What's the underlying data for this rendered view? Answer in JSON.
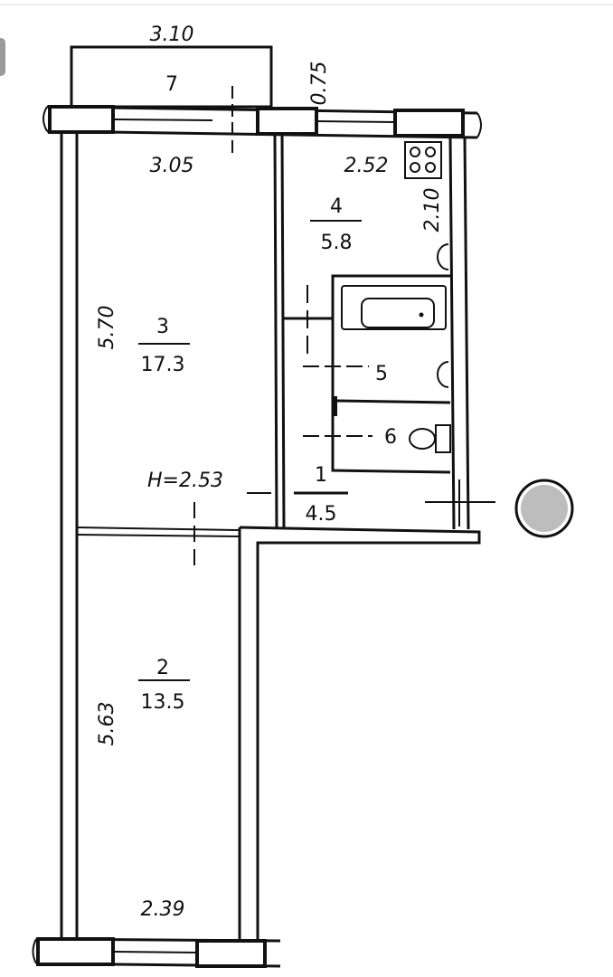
{
  "plan": {
    "balcony": {
      "number": "7",
      "width": "3.10",
      "depth": "0.75"
    },
    "rooms": [
      {
        "number": "1",
        "area": "4.5"
      },
      {
        "number": "2",
        "area": "13.5"
      },
      {
        "number": "3",
        "area": "17.3"
      },
      {
        "number": "4",
        "area": "5.8"
      },
      {
        "number": "5"
      },
      {
        "number": "6"
      }
    ],
    "dimensions": {
      "room3_width": "3.05",
      "room3_length": "5.70",
      "room2_length": "5.63",
      "room2_width": "2.39",
      "kitchen_width": "2.52",
      "kitchen_length": "2.10"
    },
    "ceiling_height": "H=2.53"
  },
  "colors": {
    "marker": "#bdbdbd",
    "lines": "#111111"
  }
}
